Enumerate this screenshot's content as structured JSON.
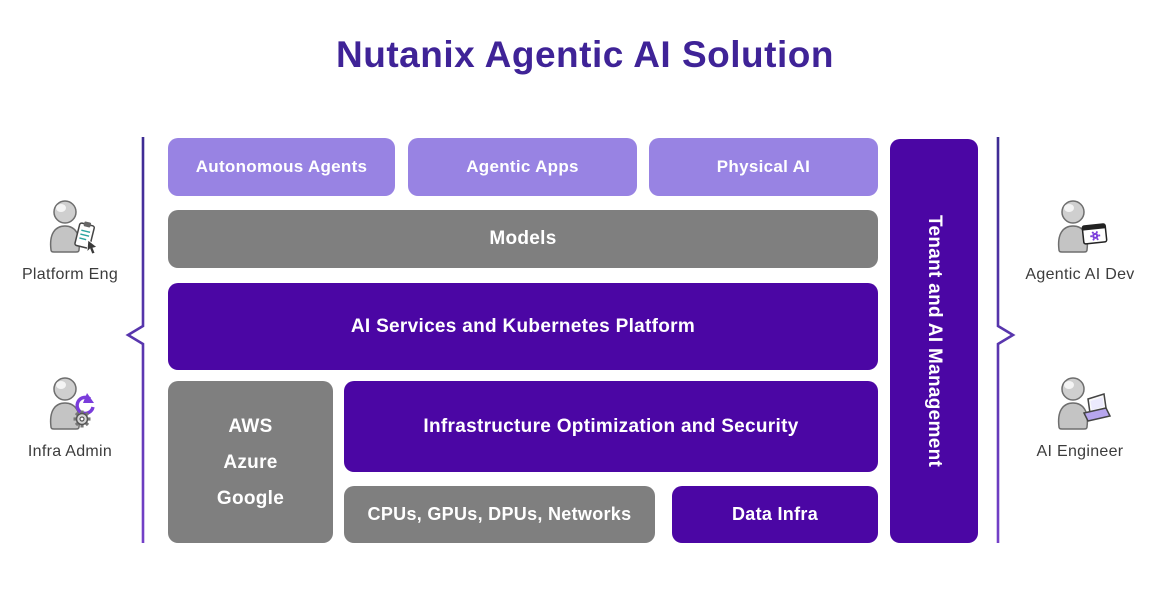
{
  "title": "Nutanix Agentic AI Solution",
  "colors": {
    "title_purple": "#3F2397",
    "light_purple": "#9883E3",
    "dark_purple": "#4B06A4",
    "gray": "#7F7F7F",
    "brace_purple_top": "#3D2B93",
    "brace_purple_bottom": "#7440C8",
    "box_text": "#FFFFFF",
    "persona_label_gray": "#3C3C3C"
  },
  "personas": {
    "left": [
      {
        "label": "Platform Eng",
        "icon": "user-checklist-icon"
      },
      {
        "label": "Infra Admin",
        "icon": "user-gear-icon"
      }
    ],
    "right": [
      {
        "label": "Agentic AI Dev",
        "icon": "user-app-gear-icon"
      },
      {
        "label": "AI Engineer",
        "icon": "user-laptop-icon"
      }
    ]
  },
  "diagram": {
    "top_row": [
      {
        "label": "Autonomous Agents"
      },
      {
        "label": "Agentic Apps"
      },
      {
        "label": "Physical AI"
      }
    ],
    "models_label": "Models",
    "ai_services_label": "AI Services and Kubernetes Platform",
    "cloud_providers": [
      "AWS",
      "Azure",
      "Google"
    ],
    "infra_optimization_label": "Infrastructure Optimization and Security",
    "compute_label": "CPUs, GPUs, DPUs, Networks",
    "data_infra_label": "Data Infra",
    "tenant_label": "Tenant and AI Management"
  }
}
